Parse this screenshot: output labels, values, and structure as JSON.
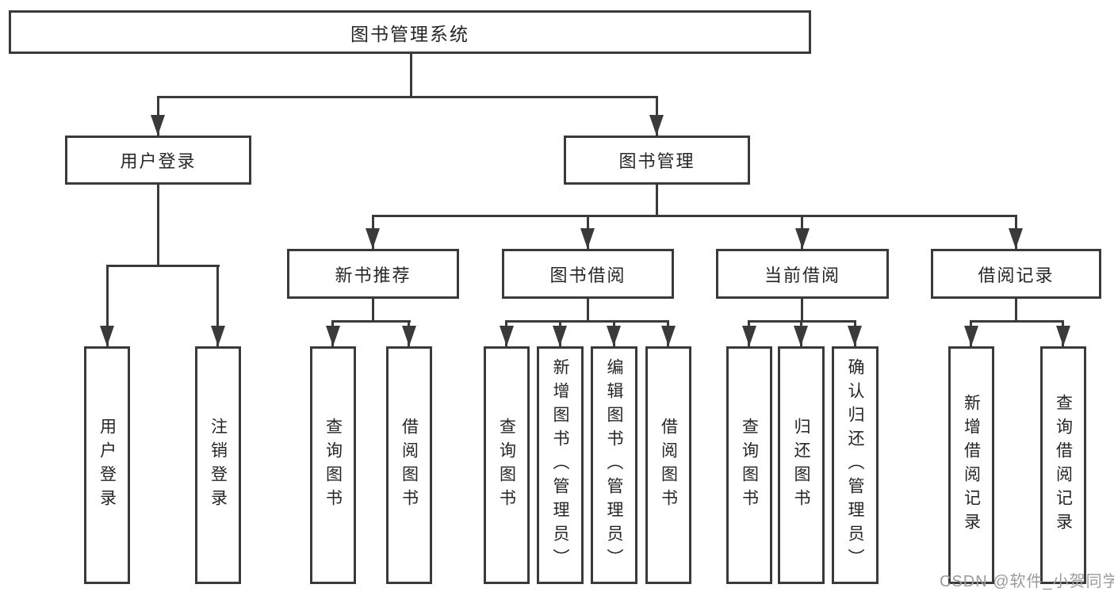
{
  "nodes": {
    "root": "图书管理系统",
    "l2": [
      "用户登录",
      "图书管理"
    ],
    "l3": [
      "新书推荐",
      "图书借阅",
      "当前借阅",
      "借阅记录"
    ],
    "leaves": [
      "用户登录",
      "注销登录",
      "查询图书",
      "借阅图书",
      "查询图书",
      "新增图书（管理员）",
      "编辑图书（管理员）",
      "借阅图书",
      "查询图书",
      "归还图书",
      "确认归还（管理员）",
      "新增借阅记录",
      "查询借阅记录"
    ]
  },
  "watermark": "CSDN @软件_小贺同学",
  "colors": {
    "line": "#3a3a3a",
    "text": "#262626",
    "watermark": "#9b9b9b",
    "background": "#ffffff"
  }
}
